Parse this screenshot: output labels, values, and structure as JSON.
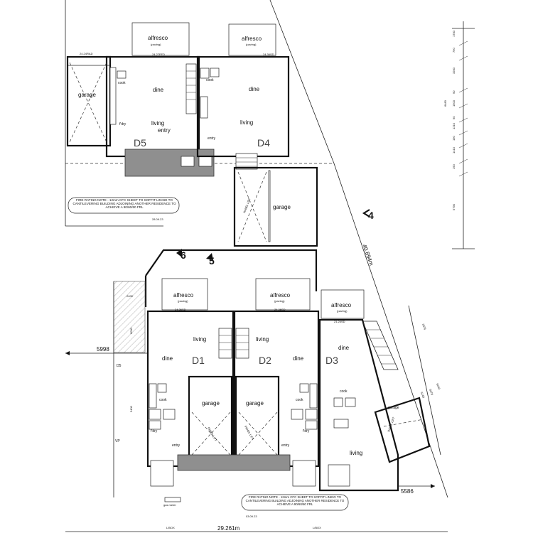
{
  "labels": {
    "d5": {
      "name": "D5",
      "garage": "garage",
      "alfresco": "alfresco",
      "alfresco_sub": "(paving)",
      "dine": "dine",
      "living": "living",
      "entry": "entry",
      "cook": "cook",
      "fdry": "f'dry",
      "level": "24.27FED",
      "garage_level": "24.24RAD"
    },
    "d4": {
      "name": "D4",
      "alfresco": "alfresco",
      "alfresco_sub": "(paving)",
      "dine": "dine",
      "living": "living",
      "entry": "entry",
      "cook": "cook",
      "garage": "garage",
      "level": "24.36SD",
      "panel_lift": "PANEL LIFT"
    },
    "d1": {
      "name": "D1",
      "alfresco": "alfresco",
      "alfresco_sub": "(paving)",
      "living": "living",
      "dine": "dine",
      "cook": "cook",
      "garage": "garage",
      "fdry": "f'dry",
      "entry": "entry",
      "level": "24.36SD",
      "panel_lift": "PANEL LIFT"
    },
    "d2": {
      "name": "D2",
      "alfresco": "alfresco",
      "alfresco_sub": "(paving)",
      "living": "living",
      "dine": "dine",
      "cook": "cook",
      "garage": "garage",
      "fdry": "f'dry",
      "entry": "entry",
      "level": "24.36SD",
      "panel_lift": "PANEL LIFT"
    },
    "d3": {
      "name": "D3",
      "alfresco": "alfresco",
      "alfresco_sub": "(paving)",
      "dine": "dine",
      "cook": "cook",
      "garage": "garage",
      "living": "living",
      "level": "21.24SD",
      "panel_lift": "PANEL LIFT"
    }
  },
  "notes": {
    "fire_top": "FIRE RATING NOTE - 12mm CFC SHEET TO SOFFIT LINING TO CANTILEVERING BUILDING ADJOINING ANOTHER RESIDENCE TO ACHIEVE A 90/60/60 FRL",
    "fire_top_date": "28.09.23",
    "fire_bottom": "FIRE RATING NOTE - 12mm CFC SHEET TO SOFFIT LINING TO CANTILEVERING BUILDING ADJOINING ANOTHER RESIDENCE TO ACHIEVE A 90/60/60 FRL",
    "fire_bottom_date": "03.09.23"
  },
  "dims": {
    "left_5998": "5998",
    "right_5586": "5586",
    "bottom_total": "29.261m",
    "boundary": "40.894m",
    "d5_side": "D5",
    "vp": "VP",
    "side_6000": "6000",
    "side_5400": "5400",
    "side_2400": "2400",
    "d3_6140": "6140",
    "d3_5270": "5270",
    "d3_6240": "6240",
    "d3_3376": "3376",
    "ubox_left": "L/BOX",
    "ubox_right": "L/BOX",
    "gas_meter": "gas meter",
    "fire_850": "820"
  },
  "right_dims": [
    "1700",
    "790",
    "3200",
    "90",
    "1500",
    "90",
    "6480",
    "1210",
    "190",
    "1410",
    "190",
    "5790"
  ],
  "markers": {
    "m4": "4",
    "m5": "5",
    "m6": "6"
  }
}
